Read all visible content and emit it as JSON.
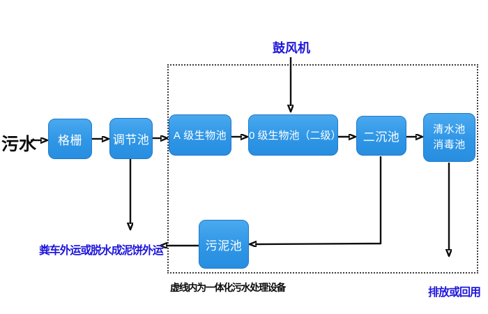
{
  "labels": {
    "influent": "污水",
    "blower": "鼓风机",
    "sludge_disposal": "粪车外运或脱水成泥饼外运",
    "equipment_caption": "虚线内为一体化污水处理设备",
    "discharge": "排放或回用"
  },
  "boxes": {
    "grid": "格栅",
    "regulating": "调节池",
    "a_bio": "A 级生物池",
    "o_bio": "0 级生物池（二级）",
    "secondary_sedimentation": "二沉池",
    "clean_water_line1": "清水池",
    "clean_water_line2": "消毒池",
    "sludge": "污泥池"
  },
  "colors": {
    "box_fill": "#2f96e6",
    "box_border": "#1f78c8",
    "box_text": "#ffffff",
    "blue_label_text": "#1f16db",
    "black_label_text": "#0a0a0a",
    "arrow": "#0d0d0d",
    "dashed_boundary": "#3c3c3c",
    "background": "#ffffff"
  }
}
